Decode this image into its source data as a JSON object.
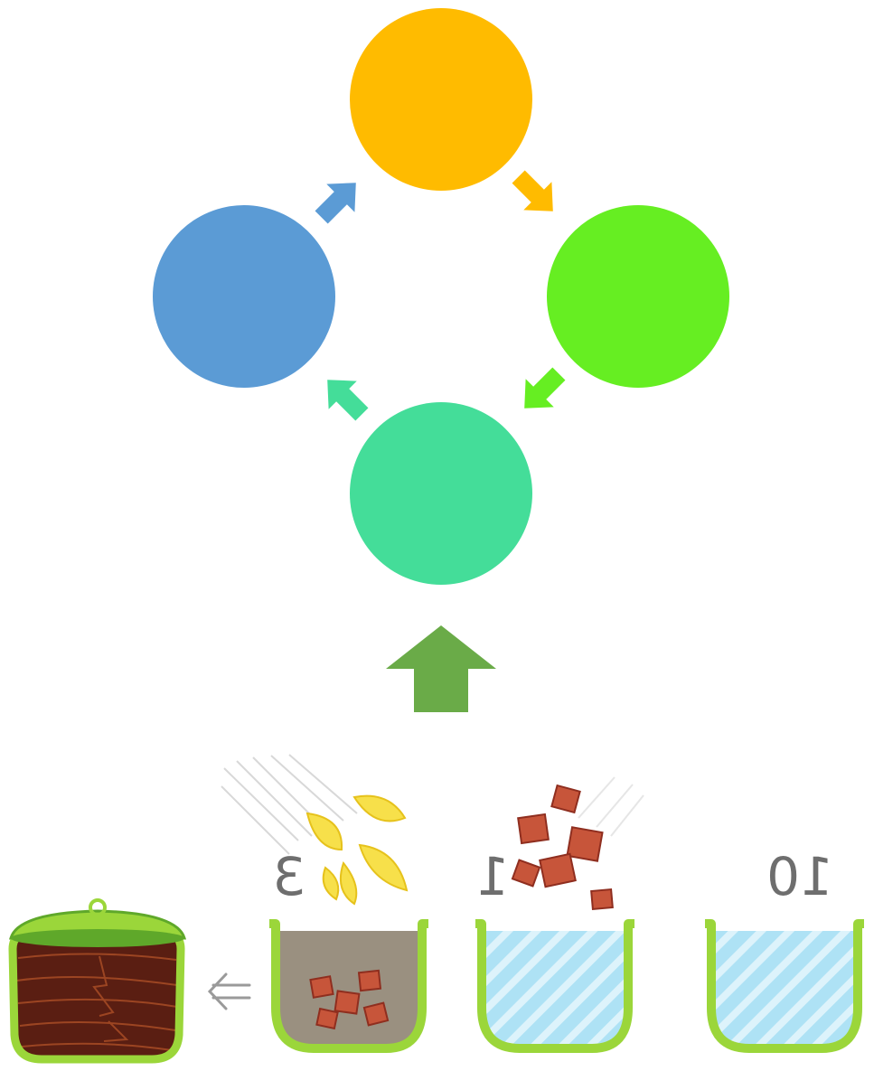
{
  "diagram": {
    "cycle": [
      {
        "id": "top",
        "color": "#FFBB00"
      },
      {
        "id": "right",
        "color": "#66EE22"
      },
      {
        "id": "bottom",
        "color": "#44DD99"
      },
      {
        "id": "left",
        "color": "#5B9BD5"
      }
    ],
    "cycle_arrows": [
      {
        "from": "top",
        "to": "right",
        "color": "#FFBB00"
      },
      {
        "from": "right",
        "to": "bottom",
        "color": "#66EE22"
      },
      {
        "from": "bottom",
        "to": "left",
        "color": "#44DD99"
      },
      {
        "from": "left",
        "to": "top",
        "color": "#5B9BD5"
      }
    ],
    "up_arrow_color": "#6AAB48"
  },
  "illustration": {
    "step_numbers": [
      "3",
      "1",
      "10"
    ],
    "colors": {
      "pot_rim": "#9BD63A",
      "pot_outline": "#5FA82A",
      "water": "#AEE2F5",
      "water_stripe": "#DDF3FB",
      "lemon": "#F7E04A",
      "lemon_peel": "#E6C21C",
      "cube": "#C7553A",
      "cube_dark": "#8F2E1F",
      "brew": "#5A1E12",
      "murky": "#9A9080"
    },
    "icons": [
      "ceramic-jar-icon",
      "double-arrow-icon",
      "lemon-slices-icon",
      "brown-cubes-icon",
      "water-pot-icon"
    ]
  }
}
